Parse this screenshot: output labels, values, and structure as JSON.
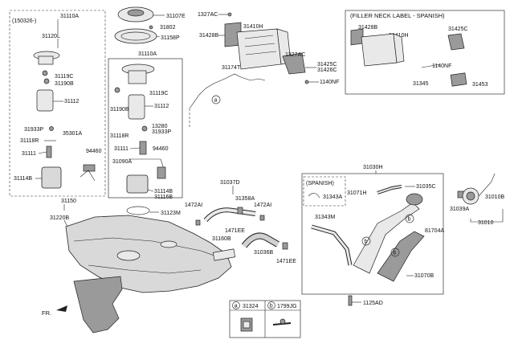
{
  "fr_label": "FR.",
  "box_left_title": "(150326-)",
  "filler_neck_title": "(FILLER NECK LABEL - SPANISH)",
  "spanish_label": "(SPANISH)",
  "legend": {
    "a_letter": "a",
    "a_code": "31324",
    "b_letter": "b",
    "b_code": "1799JG"
  },
  "callout_letters": {
    "a": "a",
    "b": "b"
  },
  "parts": {
    "p31110A_top": "31110A",
    "p31120L": "31120L",
    "p31119C_l": "31119C",
    "p31190B_l": "31190B",
    "p31112_l": "31112",
    "p31933P_l": "31933P",
    "p35301A": "35301A",
    "p31118R_l": "31118R",
    "p31111_l": "31111",
    "p94460_l": "94460",
    "p31114B_l": "31114B",
    "p31107E": "31107E",
    "p31802": "31802",
    "p31158P": "31158P",
    "p31110A_mid": "31110A",
    "p31119C_m": "31119C",
    "p31190B_m": "31190B",
    "p31112_m": "31112",
    "p13280": "13280",
    "p31933P_m": "31933P",
    "p31118R_m": "31118R",
    "p31111_m": "31111",
    "p94460_m": "94460",
    "p31090A": "31090A",
    "p31114B_m": "31114B",
    "p31116B": "31116B",
    "p1327AC_1": "1327AC",
    "p31428B": "31428B",
    "p31410H": "31410H",
    "p1327AC_2": "1327AC",
    "p31174T": "31174T",
    "p31425C": "31425C",
    "p31426C": "31426C",
    "p1140NF": "1140NF",
    "p31428B_s": "31428B",
    "p31410H_s": "31410H",
    "p31425C_s": "31425C",
    "p1140NF_s": "1140NF",
    "p31345": "31345",
    "p31453": "31453",
    "p31150": "31150",
    "p31220B": "31220B",
    "p31123M": "31123M",
    "p31037D": "31037D",
    "p1472AI_1": "1472AI",
    "p31358A": "31358A",
    "p1472AI_2": "1472AI",
    "p1471EE_1": "1471EE",
    "p31160B": "31160B",
    "p31036B": "31036B",
    "p1471EE_2": "1471EE",
    "p31030H": "31030H",
    "p31343A": "31343A",
    "p31071H": "31071H",
    "p31035C": "31035C",
    "p31343M": "31343M",
    "p81704A": "81704A",
    "p31070B": "31070B",
    "p1125AD": "1125AD",
    "p31039A": "31039A",
    "p31010B": "31010B",
    "p31010": "31010"
  }
}
